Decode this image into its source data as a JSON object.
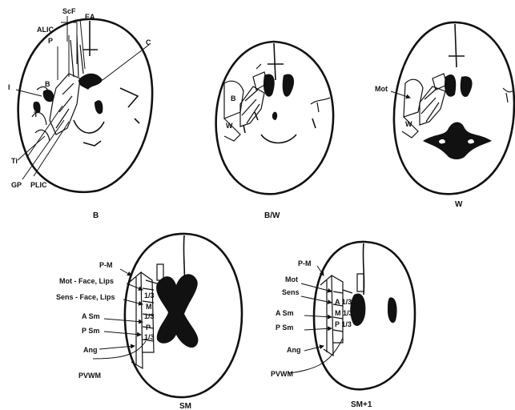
{
  "figure": {
    "panels": [
      {
        "caption": "B",
        "labels": {
          "scf": "ScF",
          "ea": "EA",
          "alic": "ALIC",
          "p": "P",
          "c": "C",
          "i": "I",
          "b": "B",
          "t": "T",
          "ti": "Ti",
          "gp": "GP",
          "plic": "PLIC"
        }
      },
      {
        "caption": "B/W",
        "labels": {
          "b": "B",
          "w": "W"
        }
      },
      {
        "caption": "W",
        "labels": {
          "mot": "Mot",
          "w": "W"
        }
      },
      {
        "caption": "SM",
        "labels": {
          "pm": "P-M",
          "mot_face": "Mot - Face, Lips",
          "sens_face": "Sens - Face, Lips",
          "asm": "A Sm",
          "psm": "P Sm",
          "ang": "Ang",
          "pvwm": "PVWM",
          "frac1": "1/3",
          "m": "M",
          "frac2": "1/3",
          "p": "P",
          "frac3": "1/3"
        }
      },
      {
        "caption": "SM+1",
        "labels": {
          "pm": "P-M",
          "mot": "Mot",
          "sens": "Sens",
          "asm": "A Sm",
          "psm": "P Sm",
          "ang": "Ang",
          "pvwm": "PVWM",
          "a13": "A 1/3",
          "m13": "M 1/3",
          "p13": "P 1/3"
        }
      }
    ]
  }
}
